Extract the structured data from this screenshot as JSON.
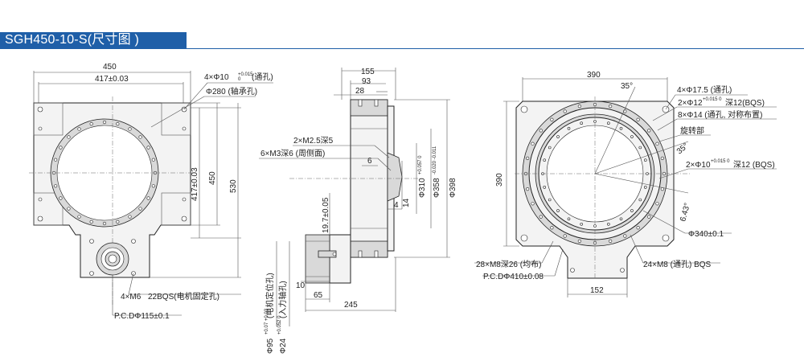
{
  "title": "SGH450-10-S(尺寸图 )",
  "colors": {
    "title_bg": "#1f5fa8",
    "title_text": "#ffffff",
    "line": "#333333"
  },
  "front_view": {
    "dim_width": "450",
    "dim_hole_pitch": "417±0.03",
    "thru_hole": "4×Φ10",
    "thru_hole_tol_upper": "+0.015",
    "thru_hole_tol_lower": "0",
    "thru_hole_note": "(通孔)",
    "bearing_hole": "Φ280 (轴承孔)",
    "dim_v_pitch": "417±0.03",
    "dim_v_450": "450",
    "dim_v_530": "530",
    "motor_thread": "4×M6",
    "motor_thread_depth": "22BQS(电机固定孔)",
    "pcd": "P.C.DΦ115±0.1"
  },
  "side_view": {
    "dim_155": "155",
    "dim_93": "93",
    "dim_28": "28",
    "thread_m25": "2×M2.5深5",
    "thread_m3": "6×M3深6 (周侧面)",
    "dim_6": "6",
    "dim_14": "14",
    "dim_4": "4",
    "dim_phi310": "Φ310",
    "dim_phi310_tol": "+0.057 0",
    "dim_phi358": "Φ358",
    "dim_phi358_tol": "-0.020 -0.011",
    "dim_phi398": "Φ398",
    "dim_197": "19.7±0.05",
    "dim_10": "10",
    "dim_65": "65",
    "dim_245": "245",
    "phi95": "Φ95",
    "phi95_tol": "+0.07 +0.03",
    "phi95_note": "(电机定位孔)",
    "phi24": "Φ24",
    "phi24_tol": "+0.052 0",
    "phi24_note": "(入力轴孔)"
  },
  "rear_view": {
    "dim_390_top": "390",
    "angle_35_top": "35°",
    "dim_390_left": "390",
    "hole_175": "4×Φ17.5 (通孔)",
    "hole_phi12": "2×Φ12",
    "hole_phi12_tol": "+0.015 0",
    "hole_phi12_note": "深12(BQS)",
    "hole_phi14": "8×Φ14 (通孔, 对称布置)",
    "rotating_part": "旋转部",
    "angle_35_mid": "35°",
    "hole_phi10": "2×Φ10",
    "hole_phi10_tol": "+0.015 0",
    "hole_phi10_note": "深12 (BQS)",
    "angle_643": "6.43°",
    "dim_phi340": "Φ340±0.1",
    "m8_deep": "28×M8深26 (均布)",
    "m8_thru": "24×M8 (通孔) BQS",
    "pcd410": "P.C.DΦ410±0.08",
    "dim_152": "152"
  }
}
